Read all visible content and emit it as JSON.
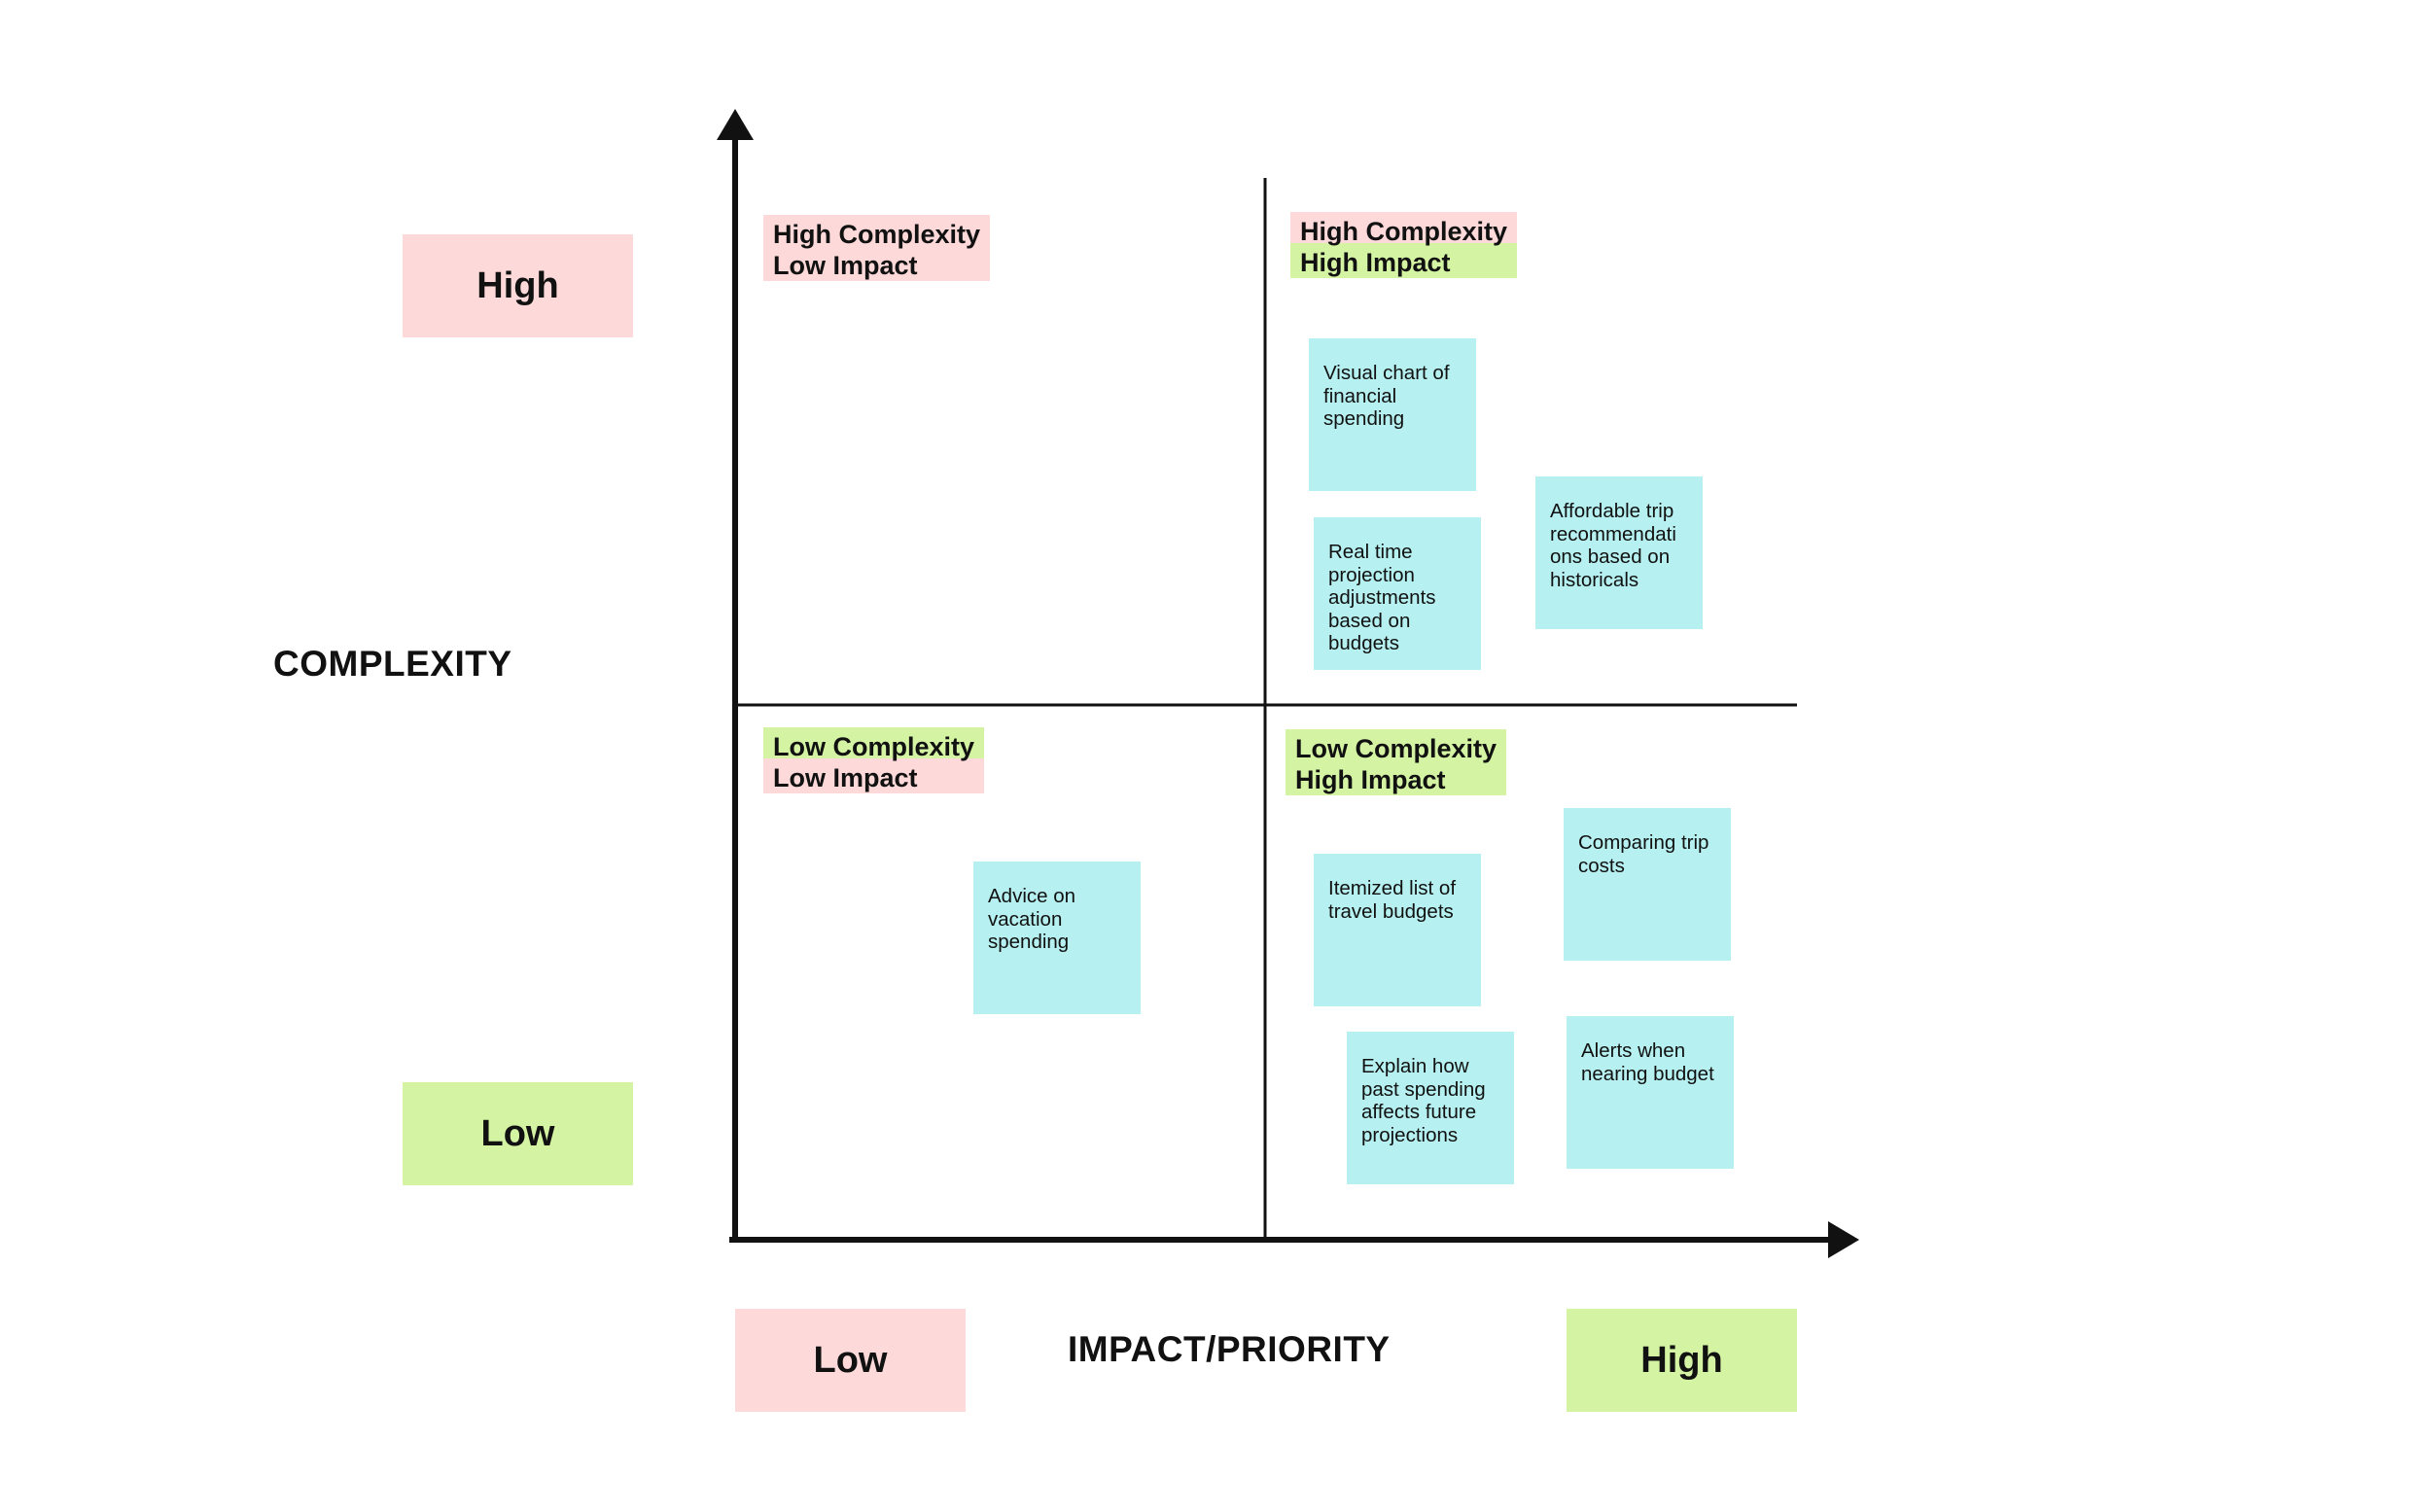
{
  "colors": {
    "pink": "#fdd9d9",
    "green": "#d4f3a3",
    "note": "#b6f0f0",
    "axis": "#111111"
  },
  "y_axis": {
    "title": "COMPLEXITY",
    "high_label": "High",
    "low_label": "Low"
  },
  "x_axis": {
    "title": "IMPACT/PRIORITY",
    "low_label": "Low",
    "high_label": "High"
  },
  "quadrants": {
    "top_left": {
      "line1": "High Complexity",
      "line2": "Low Impact"
    },
    "top_right": {
      "line1": "High Complexity",
      "line2": "High Impact"
    },
    "bottom_left": {
      "line1": "Low Complexity",
      "line2": "Low Impact"
    },
    "bottom_right": {
      "line1": "Low Complexity",
      "line2": "High Impact"
    }
  },
  "notes": [
    {
      "quadrant": "top_right",
      "text": "Visual chart of\nfinancial\nspending"
    },
    {
      "quadrant": "top_right",
      "text": "Real time\nprojection\nadjustments\nbased on\nbudgets"
    },
    {
      "quadrant": "top_right",
      "text": "Affordable trip\nrecommendati\nons based on\nhistoricals"
    },
    {
      "quadrant": "bottom_left",
      "text": "Advice on\nvacation\nspending"
    },
    {
      "quadrant": "bottom_right",
      "text": "Itemized list of\ntravel budgets"
    },
    {
      "quadrant": "bottom_right",
      "text": "Comparing trip\ncosts"
    },
    {
      "quadrant": "bottom_right",
      "text": "Explain how\npast spending\naffects future\nprojections"
    },
    {
      "quadrant": "bottom_right",
      "text": "Alerts when\nnearing budget"
    }
  ]
}
